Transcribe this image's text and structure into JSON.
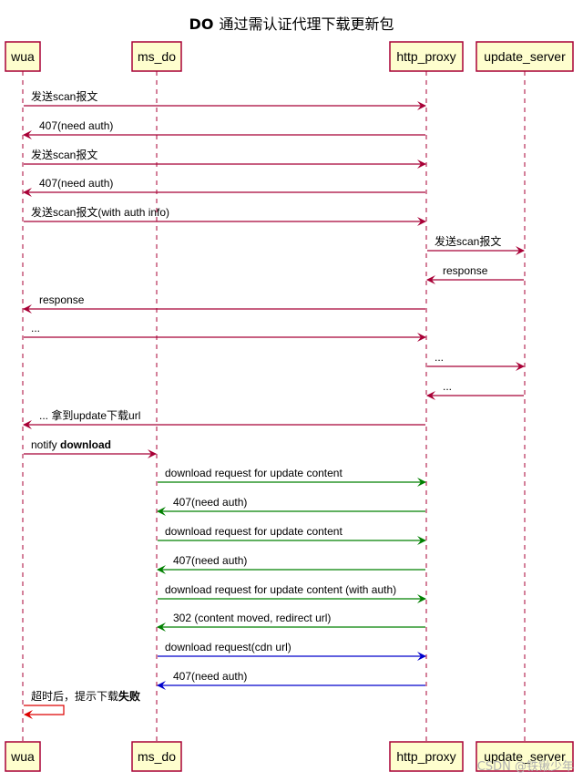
{
  "title": {
    "bold": "DO",
    "text": "通过需认证代理下载更新包"
  },
  "colors": {
    "box_fill": "#FEFECE",
    "box_border": "#A80036",
    "default_arrow": "#A80036",
    "green_arrow": "#008000",
    "blue_arrow": "#0000CC",
    "red_arrow": "#DD0000"
  },
  "participants": [
    {
      "id": "wua",
      "label": "wua"
    },
    {
      "id": "ms_do",
      "label": "ms_do"
    },
    {
      "id": "http_proxy",
      "label": "http_proxy"
    },
    {
      "id": "update_server",
      "label": "update_server"
    }
  ],
  "messages": [
    {
      "from": "wua",
      "to": "http_proxy",
      "label": "发送scan报文",
      "color": "default"
    },
    {
      "from": "http_proxy",
      "to": "wua",
      "label": "407(need auth)",
      "color": "default"
    },
    {
      "from": "wua",
      "to": "http_proxy",
      "label": "发送scan报文",
      "color": "default"
    },
    {
      "from": "http_proxy",
      "to": "wua",
      "label": "407(need auth)",
      "color": "default"
    },
    {
      "from": "wua",
      "to": "http_proxy",
      "label": "发送scan报文(with auth info)",
      "color": "default"
    },
    {
      "from": "http_proxy",
      "to": "update_server",
      "label": "发送scan报文",
      "color": "default"
    },
    {
      "from": "update_server",
      "to": "http_proxy",
      "label": "response",
      "color": "default"
    },
    {
      "from": "http_proxy",
      "to": "wua",
      "label": "response",
      "color": "default"
    },
    {
      "from": "wua",
      "to": "http_proxy",
      "label": "...",
      "color": "default"
    },
    {
      "from": "http_proxy",
      "to": "update_server",
      "label": "...",
      "color": "default"
    },
    {
      "from": "update_server",
      "to": "http_proxy",
      "label": "...",
      "color": "default"
    },
    {
      "from": "http_proxy",
      "to": "wua",
      "label": "... 拿到update下载url",
      "color": "default"
    },
    {
      "from": "wua",
      "to": "ms_do",
      "label": "notify ",
      "bold": "download",
      "color": "default"
    },
    {
      "from": "ms_do",
      "to": "http_proxy",
      "label": "download request for update content",
      "color": "green"
    },
    {
      "from": "http_proxy",
      "to": "ms_do",
      "label": "407(need auth)",
      "color": "green"
    },
    {
      "from": "ms_do",
      "to": "http_proxy",
      "label": "download request for update content",
      "color": "green"
    },
    {
      "from": "http_proxy",
      "to": "ms_do",
      "label": "407(need auth)",
      "color": "green"
    },
    {
      "from": "ms_do",
      "to": "http_proxy",
      "label": "download request for update content (with auth)",
      "color": "green"
    },
    {
      "from": "http_proxy",
      "to": "ms_do",
      "label": "302 (content moved, redirect url)",
      "color": "green"
    },
    {
      "from": "ms_do",
      "to": "http_proxy",
      "label": "download request(cdn url)",
      "color": "blue"
    },
    {
      "from": "http_proxy",
      "to": "ms_do",
      "label": "407(need auth)",
      "color": "blue"
    },
    {
      "from": "wua",
      "to": "wua",
      "label": "超时后，提示下载",
      "bold": "失败",
      "color": "red"
    }
  ],
  "watermark": "CSDN @铁锹少年"
}
